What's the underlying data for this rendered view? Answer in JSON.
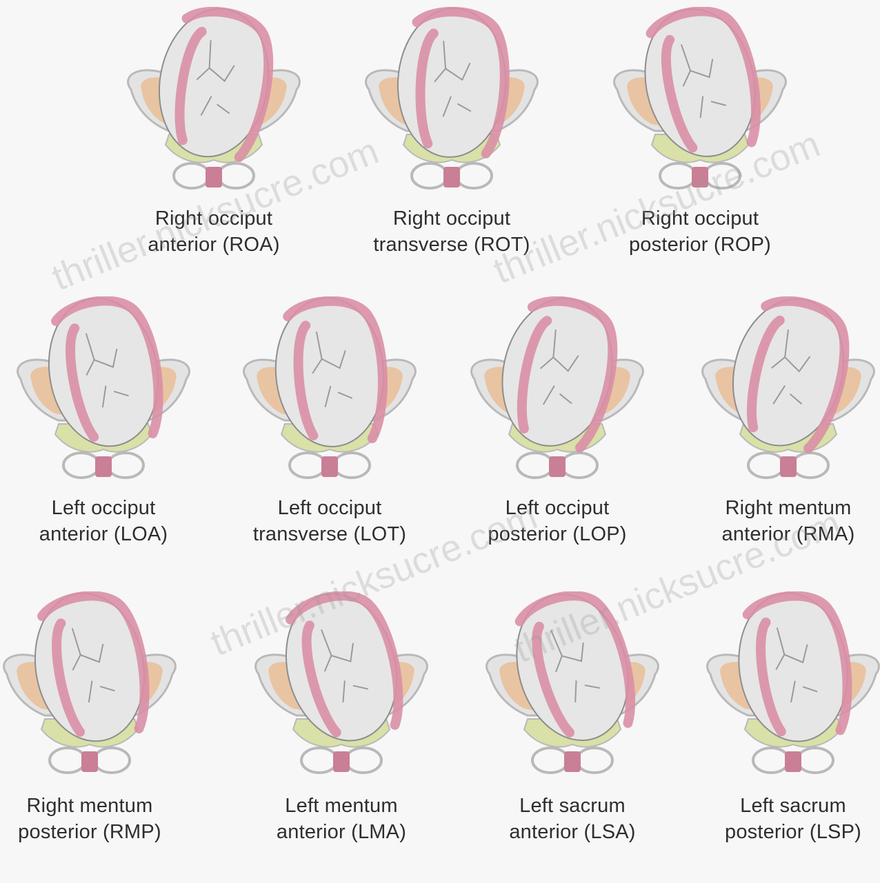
{
  "positions": [
    {
      "line1": "Right occiput",
      "line2": "anterior (ROA)",
      "tilt": 10
    },
    {
      "line1": "Right occiput",
      "line2": "transverse (ROT)",
      "tilt": 3
    },
    {
      "line1": "Right occiput",
      "line2": "posterior (ROP)",
      "tilt": -12
    },
    {
      "line1": "Left occiput",
      "line2": "anterior (LOA)",
      "tilt": -10
    },
    {
      "line1": "Left occiput",
      "line2": "transverse (LOT)",
      "tilt": -4
    },
    {
      "line1": "Left occiput",
      "line2": "posterior (LOP)",
      "tilt": 12
    },
    {
      "line1": "Right mentum",
      "line2": "anterior (RMA)",
      "tilt": 14
    },
    {
      "line1": "Right mentum",
      "line2": "posterior (RMP)",
      "tilt": -10
    },
    {
      "line1": "Left mentum",
      "line2": "anterior (LMA)",
      "tilt": -14
    },
    {
      "line1": "Left sacrum",
      "line2": "anterior (LSA)",
      "tilt": -16
    },
    {
      "line1": "Left sacrum",
      "line2": "posterior (LSP)",
      "tilt": -8
    }
  ],
  "watermarks": [
    {
      "text": "thriller.nicksucre.com"
    },
    {
      "text": "thriller.nicksucre.com"
    },
    {
      "text": "thriller.nicksucre.com"
    },
    {
      "text": "thriller.nicksucre.com"
    }
  ],
  "colors": {
    "uterus": "#d98fa5",
    "pelvis_ilium": "#e9c09a",
    "pelvis_lower": "#d9e0a8",
    "pelvis_outline": "#b9b9b9",
    "fetus": "#e6e6e6",
    "fetus_line": "#9a9a9a",
    "text": "#2e2e2e"
  }
}
